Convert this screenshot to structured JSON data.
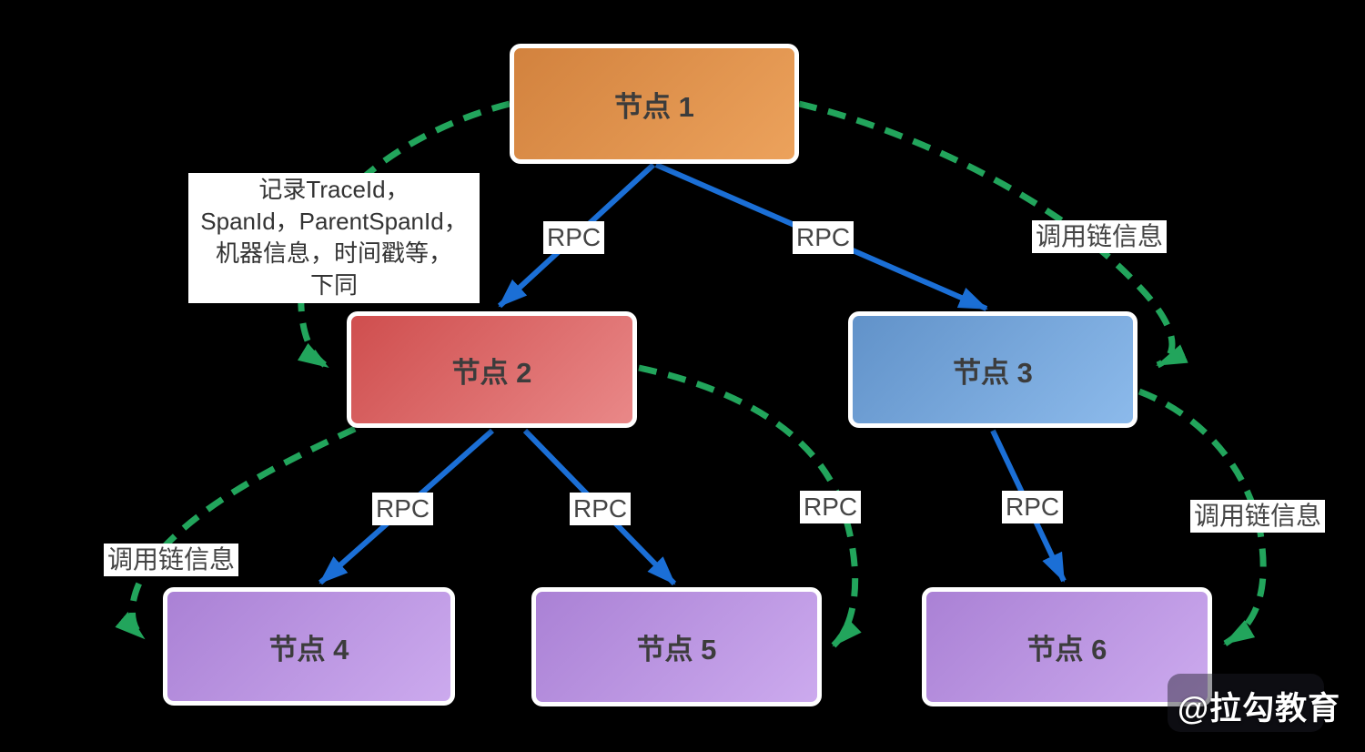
{
  "diagram": {
    "background_color": "#000000",
    "nodes": [
      {
        "label": "节点 1",
        "color_from": "#D2823E",
        "color_to": "#ECA25C"
      },
      {
        "label": "节点 2",
        "color_from": "#CF4E4E",
        "color_to": "#E98888"
      },
      {
        "label": "节点 3",
        "color_from": "#6192C9",
        "color_to": "#8CBAEB"
      },
      {
        "label": "节点 4",
        "color_from": "#AA81D5",
        "color_to": "#CCAAEE"
      },
      {
        "label": "节点 5",
        "color_from": "#AA81D5",
        "color_to": "#CCAAEE"
      },
      {
        "label": "节点 6",
        "color_from": "#AA81D5",
        "color_to": "#CCAAEE"
      }
    ],
    "note": {
      "line1": "记录TraceId，",
      "line2": "SpanId，ParentSpanId，",
      "line3": "机器信息，时间戳等，",
      "line4": "下同"
    },
    "edge_labels": {
      "rpc": [
        "RPC",
        "RPC",
        "RPC",
        "RPC",
        "RPC",
        "RPC"
      ],
      "chain": [
        "调用链信息",
        "调用链信息",
        "调用链信息"
      ]
    },
    "colors": {
      "rpc_arrow": "#1B6FD6",
      "chain_arrow": "#22A55C",
      "node_text": "#3C3C3C",
      "label_text": "#454545"
    },
    "watermark": "@拉勾教育"
  }
}
